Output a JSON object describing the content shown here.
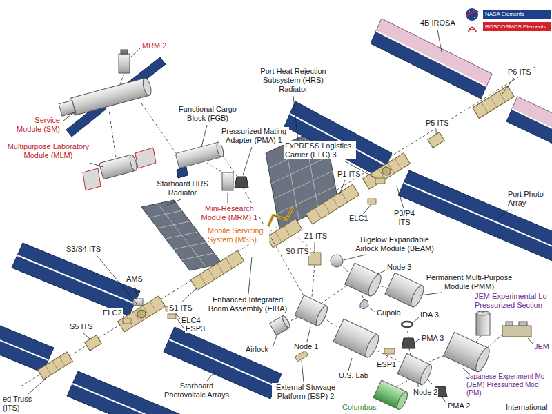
{
  "diagram": {
    "labels": [
      "4B IROSA",
      "MRM 2",
      "P6 ITS",
      "Port Heat Rejection Subsystem (HRS) Radiator",
      "Functional Cargo Block (FGB)",
      "Service Module (SM)",
      "P5 ITS",
      "Pressurized Mating Adapter (PMA) 1",
      "ExPRESS Logistics Carrier (ELC) 3",
      "Multipurpose Laboratory Module (MLM)",
      "P1 ITS",
      "Starboard HRS Radiator",
      "Port Photo Array",
      "P3/P4 ITS",
      "ELC1",
      "Mini-Research Module (MRM) 1",
      "Z1 ITS",
      "Mobile Servicing System (MSS)",
      "Bigelow Expandable Airlock Module (BEAM)",
      "S3/S4 ITS",
      "S0 ITS",
      "Node 3",
      "AMS",
      "Permanent Multi-Purpose Module (PMM)",
      "JEM Experimental Lo Pressurized Section",
      "Enhanced Integrated Boom Assembly (EIBA)",
      "S1 ITS",
      "ELC2",
      "Cupola",
      "IDA 3",
      "ELC4",
      "S5 ITS",
      "ESP3",
      "JEM",
      "PMA 3",
      "Node 1",
      "ESP1",
      "Airlock",
      "Japanese Experiment Mo (JEM) Pressurized Mod (PM)",
      "External Stowage Platform (ESP) 2",
      "U.S. Lab",
      "Starboard Photovoltaic Arrays",
      "Node 2",
      "ed Truss (ITS)",
      "PMA 2",
      "Columbus",
      "International"
    ],
    "legend": [
      {
        "text": "NASA Elements",
        "color": "#1d3f8c"
      },
      {
        "text": "ROSCOSMOS Elements",
        "color": "#d2232a"
      }
    ]
  }
}
